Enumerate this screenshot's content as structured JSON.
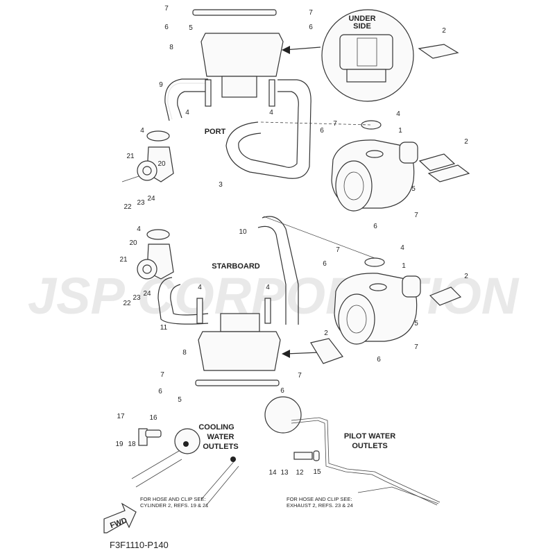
{
  "watermark": "JSP CORPORATION",
  "figure_code": "F3F1110-P140",
  "labels": {
    "under_side_1": "UNDER",
    "under_side_2": "SIDE",
    "port": "PORT",
    "starboard": "STARBOARD",
    "cooling_1": "COOLING",
    "cooling_2": "WATER",
    "cooling_3": "OUTLETS",
    "pilot_1": "PILOT WATER",
    "pilot_2": "OUTLETS",
    "fwd": "FWD"
  },
  "notes": {
    "cooling_1": "FOR HOSE AND CLIP SEE:",
    "cooling_2": "CYLINDER 2, REFS. 19 & 21",
    "pilot_1": "FOR HOSE AND CLIP SEE:",
    "pilot_2": "EXHAUST 2, REFS. 23 & 24"
  },
  "callouts": [
    "7",
    "6",
    "5",
    "7",
    "6",
    "8",
    "9",
    "4",
    "4",
    "4",
    "21",
    "20",
    "22",
    "23",
    "24",
    "3",
    "4",
    "7",
    "6",
    "1",
    "2",
    "5",
    "7",
    "6",
    "2",
    "4",
    "10",
    "20",
    "21",
    "7",
    "6",
    "4",
    "1",
    "2",
    "4",
    "4",
    "22",
    "23",
    "24",
    "11",
    "5",
    "8",
    "2",
    "7",
    "6",
    "7",
    "6",
    "5",
    "7",
    "6",
    "17",
    "16",
    "19",
    "18",
    "14",
    "13",
    "12",
    "15"
  ]
}
